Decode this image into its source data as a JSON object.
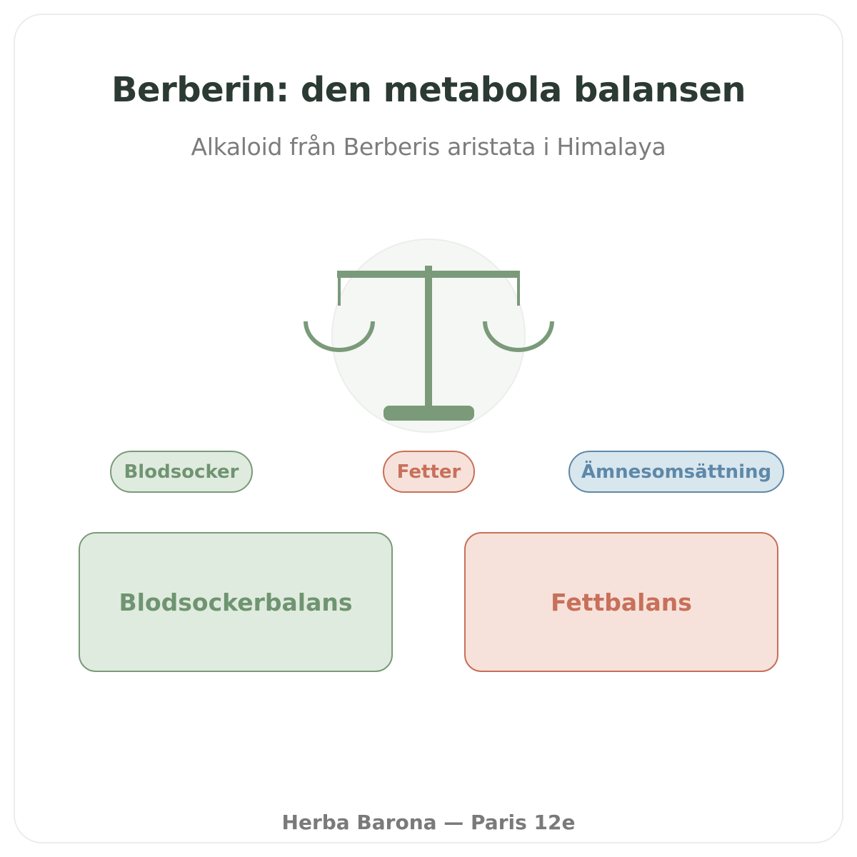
{
  "header": {
    "title": "Berberin: den metabola balansen",
    "subtitle": "Alkaloid från Berberis aristata i Himalaya"
  },
  "illustration": {
    "icon": "balance-scale-icon",
    "color": "#7a9a7a",
    "background_color": "#f5f7f4"
  },
  "tags": [
    {
      "label": "Blodsocker",
      "color": "#6f9471"
    },
    {
      "label": "Fetter",
      "color": "#c8705a"
    },
    {
      "label": "Ämnesomsättning",
      "color": "#5e88a8"
    }
  ],
  "boxes": [
    {
      "label": "Blodsockerbalans",
      "color": "#6f9471"
    },
    {
      "label": "Fettbalans",
      "color": "#c8705a"
    }
  ],
  "footer": {
    "text": "Herba Barona — Paris 12e"
  }
}
